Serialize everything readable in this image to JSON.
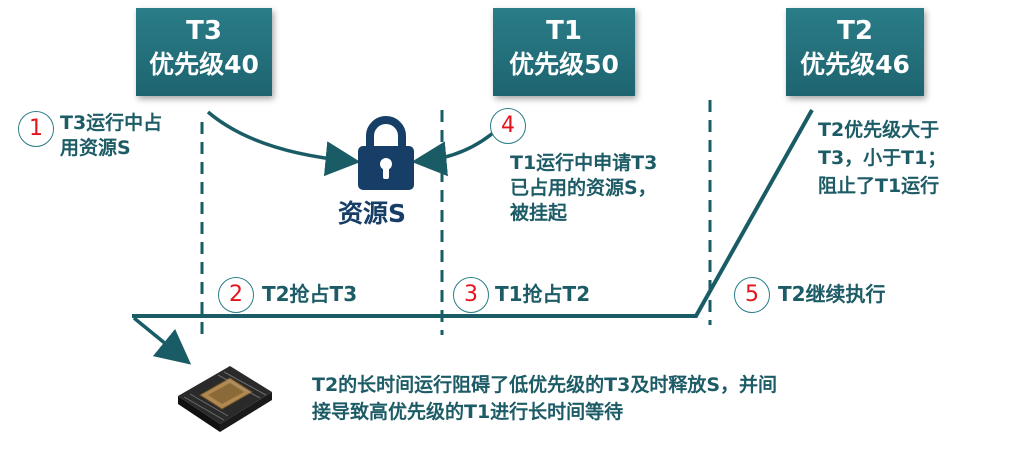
{
  "tasks": [
    {
      "name": "T3",
      "priority": "优先级40"
    },
    {
      "name": "T1",
      "priority": "优先级50"
    },
    {
      "name": "T2",
      "priority": "优先级46"
    }
  ],
  "resource": {
    "label": "资源S",
    "icon": "lock-icon"
  },
  "steps": [
    {
      "num": "1",
      "text_lines": [
        "T3运行中占",
        "用资源S"
      ]
    },
    {
      "num": "2",
      "text": "T2抢占T3"
    },
    {
      "num": "3",
      "text": "T1抢占T2"
    },
    {
      "num": "4",
      "text_lines": [
        "T1运行中申请T3",
        "已占用的资源S，",
        "被挂起"
      ]
    },
    {
      "num": "5",
      "text": "T2继续执行"
    }
  ],
  "t2_note_lines": [
    "T2优先级大于",
    "T3，小于T1；",
    "阻止了T1运行"
  ],
  "conclusion_lines": [
    "T2的长时间运行阻碍了低优先级的T3及时释放S，并间",
    "接导致高优先级的T1进行长时间等待"
  ],
  "colors": {
    "box": "#1d6470",
    "line": "#1a5c66",
    "text": "#1d5c66",
    "step_num": "#e3141b"
  }
}
